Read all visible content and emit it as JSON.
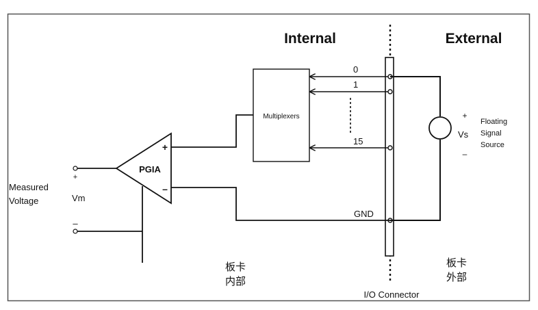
{
  "labels": {
    "internal": "Internal",
    "external": "External",
    "channel_0": "0",
    "channel_1": "1",
    "channel_15": "15",
    "gnd": "GND",
    "multiplexers": "Multiplexers",
    "pgia": "PGIA",
    "pgia_plus": "+",
    "pgia_minus": "–",
    "measured": "Measured",
    "voltage": "Voltage",
    "vm": "Vm",
    "input_plus": "+",
    "input_minus": "–",
    "source_plus": "+",
    "source_minus": "–",
    "vs": "Vs",
    "floating": "Floating",
    "signal": "Signal",
    "source": "Source",
    "board_internal_1": "板卡",
    "board_internal_2": "内部",
    "board_external_1": "板卡",
    "board_external_2": "外部",
    "io_connector": "I/O Connector"
  }
}
